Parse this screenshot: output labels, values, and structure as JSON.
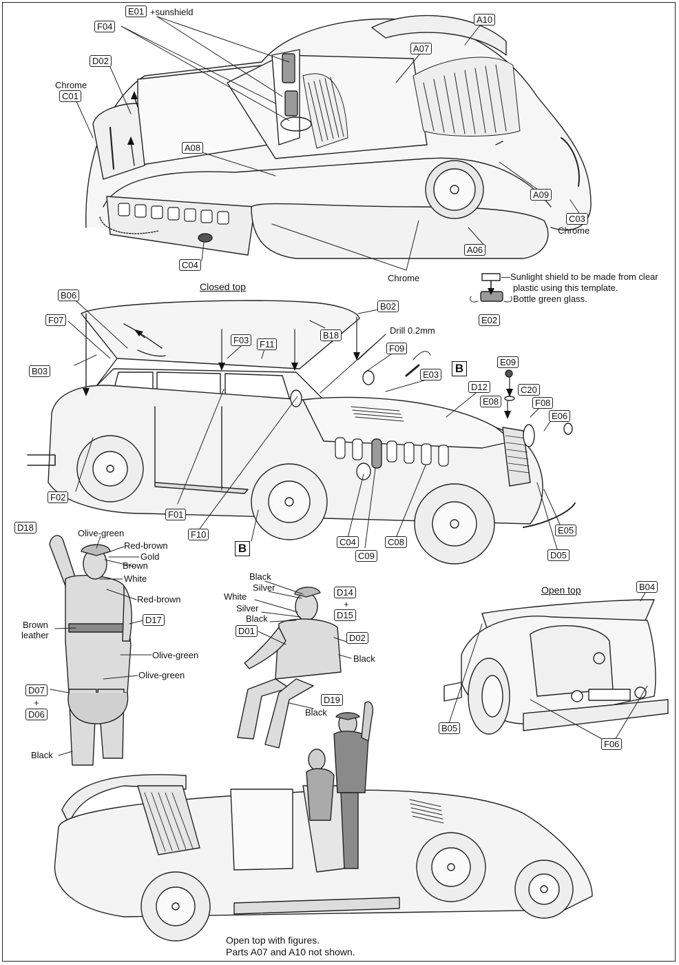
{
  "section_titles": {
    "closed_top": "Closed top",
    "open_top": "Open top",
    "caption_line1": "Open top with figures.",
    "caption_line2": "Parts A07 and A10 not shown."
  },
  "callout_marker": "B",
  "part_labels": {
    "E01": "E01",
    "F04": "F04",
    "A10": "A10",
    "A07": "A07",
    "D02": "D02",
    "C01": "C01",
    "A08": "A08",
    "A09": "A09",
    "C03": "C03",
    "A06": "A06",
    "C04": "C04",
    "E02": "E02",
    "B06": "B06",
    "B02": "B02",
    "F07": "F07",
    "B18": "B18",
    "F03": "F03",
    "F11": "F11",
    "B03": "B03",
    "F09": "F09",
    "E03": "E03",
    "D12": "D12",
    "E09": "E09",
    "E08": "E08",
    "C20": "C20",
    "F08": "F08",
    "E06": "E06",
    "F02": "F02",
    "F01": "F01",
    "F10": "F10",
    "C09": "C09",
    "C08": "C08",
    "E05": "E05",
    "D05": "D05",
    "D18": "D18",
    "D17": "D17",
    "D07": "D07",
    "D06": "D06",
    "D14": "D14",
    "D15": "D15",
    "D01": "D01",
    "D19": "D19",
    "B04": "B04",
    "B05": "B05",
    "F06": "F06"
  },
  "annotations": {
    "sunshield_suffix": "+sunshield",
    "chrome": "Chrome",
    "sunlight_note_1": "—Sunlight shield to be made from clear",
    "sunlight_note_2": "plastic using this template.",
    "sunlight_note_3": "Bottle green glass.",
    "drill": "Drill 0.2mm",
    "plus": "+"
  },
  "figure_colors": {
    "olive_green": "Olive-green",
    "red_brown": "Red-brown",
    "gold": "Gold",
    "brown": "Brown",
    "white": "White",
    "brown_leather_1": "Brown",
    "brown_leather_2": "leather",
    "black": "Black",
    "silver": "Silver"
  },
  "colors": {
    "line": "#222222",
    "fill_light": "#f4f4f4",
    "fill_mid": "#d9d9d9",
    "fill_dark": "#8a8a8a",
    "glass": "#9a9a9a"
  }
}
